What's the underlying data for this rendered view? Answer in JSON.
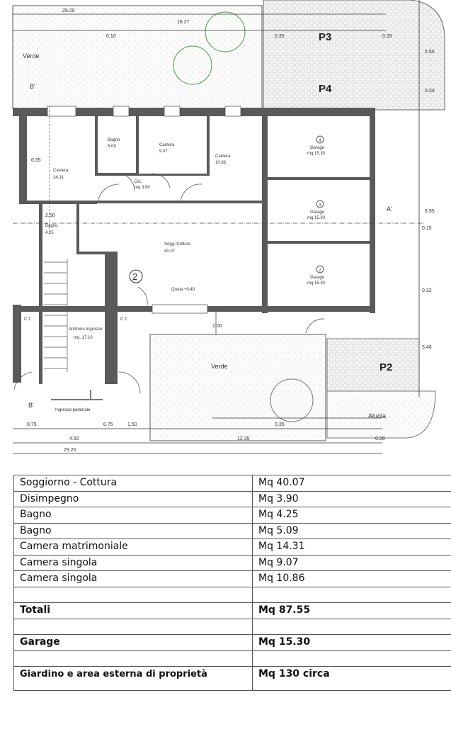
{
  "plan": {
    "garden_top_label": "Verde",
    "garden_bottom_label": "Verde",
    "parking": [
      "P3",
      "P4",
      "P2"
    ],
    "aiuola_label": "Aluola",
    "section_markers": [
      "B'",
      "B'",
      "A'"
    ],
    "unit_number": "2",
    "rooms": {
      "camera_a": {
        "name": "Camera",
        "area": "14.31"
      },
      "bagno_a": {
        "name": "Bagno",
        "area": "5.09"
      },
      "camera_b": {
        "name": "Camera",
        "area": "9.07"
      },
      "camera_c": {
        "name": "Camera",
        "area": "10.86"
      },
      "bagno_b": {
        "name": "Bagno",
        "area": "4.25"
      },
      "disimpegno": {
        "name": "Dis.",
        "area": "mq 3.90"
      },
      "soggiorno": {
        "name": "Sogg./Cottura",
        "area": "40.07"
      },
      "androne": {
        "name": "Androne Ingresso",
        "area": "mq. 17.10"
      },
      "ingresso": "Ingresso pedonale",
      "ct": "C.T.",
      "quota": "Quota +0.40"
    },
    "garages": [
      {
        "num": "4",
        "name": "Garage",
        "area": "mq 15.30"
      },
      {
        "num": "3",
        "name": "Garage",
        "area": "mq 15.30"
      },
      {
        "num": "2",
        "name": "Garage",
        "area": "mq 15.30"
      }
    ],
    "dimensions": {
      "top_total": "29.20",
      "top_inner": "18.27",
      "d010": "0.10",
      "d035a": "0.35",
      "d028a": "0.28",
      "d550": "5.50",
      "d033": "0.33",
      "d895": "8.95",
      "d015": "0.15",
      "d032": "0.32",
      "d346": "3.46",
      "d100": "1.00",
      "d035b": "0.35",
      "bottom_075a": "0.75",
      "bottom_075b": "0.75",
      "bottom_150": "1.50",
      "bottom_035": "0.35",
      "bottom_1235": "12.35",
      "bottom_028": "0.28",
      "bottom_450": "4.50",
      "bottom_total": "29.20",
      "d250": "2.50"
    }
  },
  "table": {
    "rows": [
      {
        "label": "Soggiorno - Cottura",
        "value": "Mq 40.07"
      },
      {
        "label": "Disimpegno",
        "value": "Mq 3.90"
      },
      {
        "label": "Bagno",
        "value": "Mq 4.25"
      },
      {
        "label": "Bagno",
        "value": "Mq 5.09"
      },
      {
        "label": "Camera matrimoniale",
        "value": "Mq 14.31"
      },
      {
        "label": "Camera singola",
        "value": "Mq 9.07"
      },
      {
        "label": "Camera singola",
        "value": "Mq 10.86"
      }
    ],
    "total": {
      "label": "Totali",
      "value": "Mq 87.55"
    },
    "garage": {
      "label": "Garage",
      "value": "Mq 15.30"
    },
    "garden": {
      "label": "Giardino e area esterna di proprietà",
      "value": "Mq 130 circa"
    }
  }
}
